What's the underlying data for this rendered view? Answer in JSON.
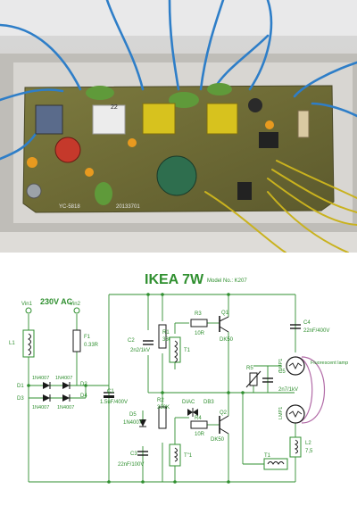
{
  "photo": {
    "board_marks": [
      "22",
      "20133701",
      "YC-5818"
    ]
  },
  "schematic": {
    "title": "IKEA 7W",
    "model": "Model No.: K207",
    "input_label": "230V AC",
    "vin1": "Vin1",
    "vin2": "Vin2",
    "l1": "L1",
    "f1": "F1",
    "f1_val": "0.33R",
    "d1": "D1",
    "d2": "D2",
    "d3": "D3",
    "d4": "D4",
    "d_1n": [
      "1N4007",
      "1N4007",
      "1N4007",
      "1N4007"
    ],
    "c1": "C1",
    "c1_val": "1.5uF/400V",
    "c2": "C2",
    "c2_val": "2n2/1kV",
    "r1": "R1",
    "r1_val": "330K",
    "r2": "R2",
    "r2_val": "330K",
    "d5": "D5",
    "d5_val": "1N4007",
    "c3": "C3",
    "c3_val": "22nF/100V",
    "t1_top": "T1",
    "t1_bot": "T\"1",
    "t1_out": "T1",
    "r3": "R3",
    "r3_val": "10R",
    "r4": "R4",
    "r4_val": "10R",
    "q1": "Q1",
    "q1_val": "DK50",
    "q2": "Q2",
    "q2_val": "DK50",
    "diac": "DIAC",
    "db3": "DB3",
    "c4": "C4",
    "c4_val": "22nF/400V",
    "r5": "R5",
    "c5": "C5",
    "c5_val": "2n7/1kV",
    "lmp1": "LMP1",
    "lmp2": "LMP1",
    "lamp": "Fluorescent lamp",
    "l2": "L2",
    "l2_val": "7,5"
  }
}
